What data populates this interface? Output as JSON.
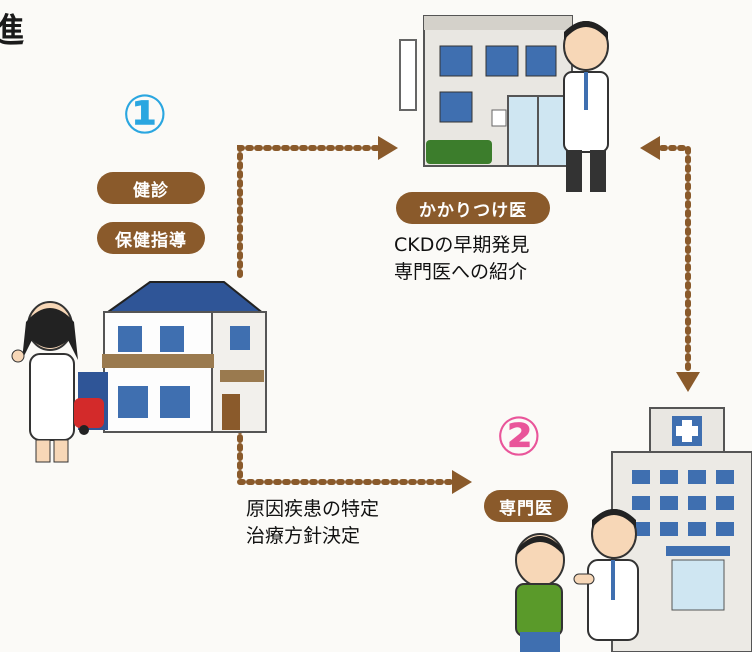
{
  "corner_glyph": "進",
  "step1": {
    "number": "①",
    "labels": [
      "健診",
      "保健指導"
    ]
  },
  "step2": {
    "number": "②",
    "label": "専門医"
  },
  "clinic": {
    "label": "かかりつけ医",
    "roles": [
      "CKDの早期発見",
      "専門医への紹介"
    ]
  },
  "referral": {
    "roles": [
      "原因疾患の特定",
      "治療方針決定"
    ]
  },
  "colors": {
    "accent_blue": "#2aa6e0",
    "accent_pink": "#e9559a",
    "brown": "#8a5a2b",
    "arrow": "#8a5a2b"
  },
  "icons": [
    "clinic-building-icon",
    "family-doctor-icon",
    "house-icon",
    "nurse-icon",
    "hospital-icon",
    "specialist-doctor-icon",
    "patient-icon"
  ]
}
